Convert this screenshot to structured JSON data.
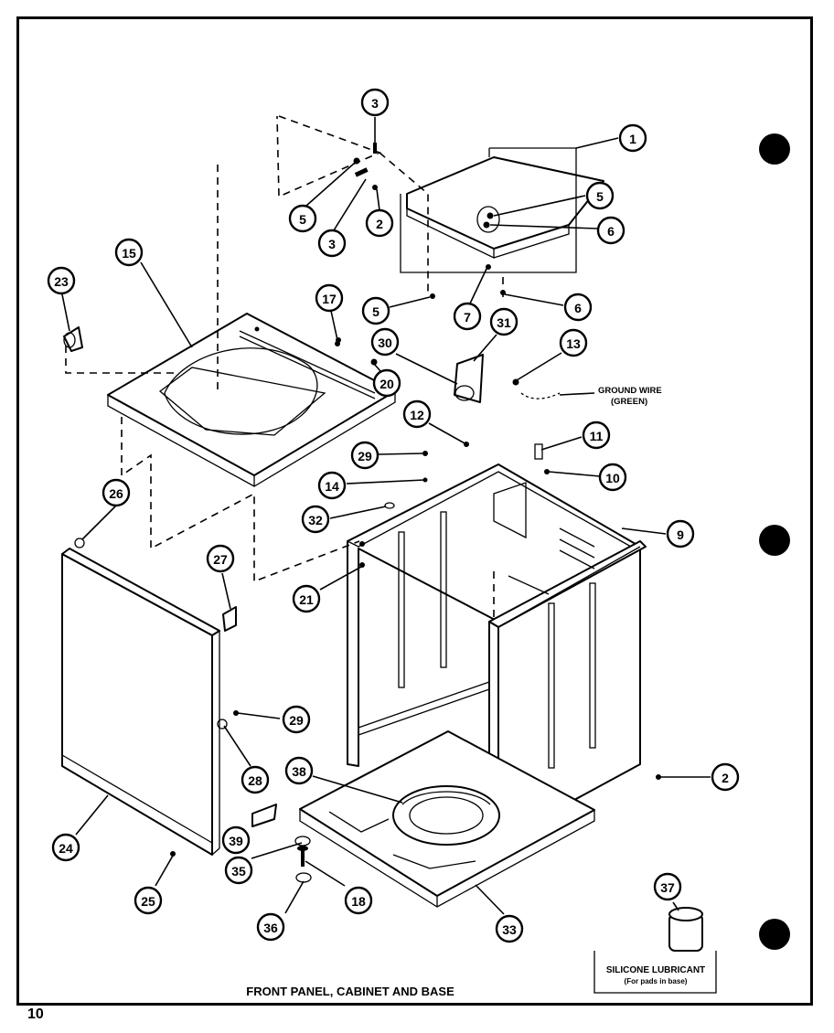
{
  "diagram": {
    "title": "FRONT PANEL, CABINET AND BASE",
    "page_number": "10",
    "ground_wire_label_line1": "GROUND WIRE",
    "ground_wire_label_line2": "(GREEN)",
    "lubricant_box_line1": "SILICONE LUBRICANT",
    "lubricant_box_line2": "(For pads in base)"
  },
  "callouts": [
    {
      "id": "c-3a",
      "label": "3"
    },
    {
      "id": "c-1",
      "label": "1"
    },
    {
      "id": "c-5a",
      "label": "5"
    },
    {
      "id": "c-2a",
      "label": "2"
    },
    {
      "id": "c-3b",
      "label": "3"
    },
    {
      "id": "c-5b",
      "label": "5"
    },
    {
      "id": "c-6a",
      "label": "6"
    },
    {
      "id": "c-15",
      "label": "15"
    },
    {
      "id": "c-23",
      "label": "23"
    },
    {
      "id": "c-17",
      "label": "17"
    },
    {
      "id": "c-5c",
      "label": "5"
    },
    {
      "id": "c-7",
      "label": "7"
    },
    {
      "id": "c-6b",
      "label": "6"
    },
    {
      "id": "c-31",
      "label": "31"
    },
    {
      "id": "c-30",
      "label": "30"
    },
    {
      "id": "c-13",
      "label": "13"
    },
    {
      "id": "c-20",
      "label": "20"
    },
    {
      "id": "c-12",
      "label": "12"
    },
    {
      "id": "c-11",
      "label": "11"
    },
    {
      "id": "c-29a",
      "label": "29"
    },
    {
      "id": "c-10",
      "label": "10"
    },
    {
      "id": "c-14",
      "label": "14"
    },
    {
      "id": "c-26",
      "label": "26"
    },
    {
      "id": "c-32",
      "label": "32"
    },
    {
      "id": "c-9",
      "label": "9"
    },
    {
      "id": "c-27",
      "label": "27"
    },
    {
      "id": "c-21",
      "label": "21"
    },
    {
      "id": "c-29b",
      "label": "29"
    },
    {
      "id": "c-28",
      "label": "28"
    },
    {
      "id": "c-38",
      "label": "38"
    },
    {
      "id": "c-2b",
      "label": "2"
    },
    {
      "id": "c-24",
      "label": "24"
    },
    {
      "id": "c-39",
      "label": "39"
    },
    {
      "id": "c-35",
      "label": "35"
    },
    {
      "id": "c-37",
      "label": "37"
    },
    {
      "id": "c-25",
      "label": "25"
    },
    {
      "id": "c-18",
      "label": "18"
    },
    {
      "id": "c-36",
      "label": "36"
    },
    {
      "id": "c-33",
      "label": "33"
    }
  ]
}
